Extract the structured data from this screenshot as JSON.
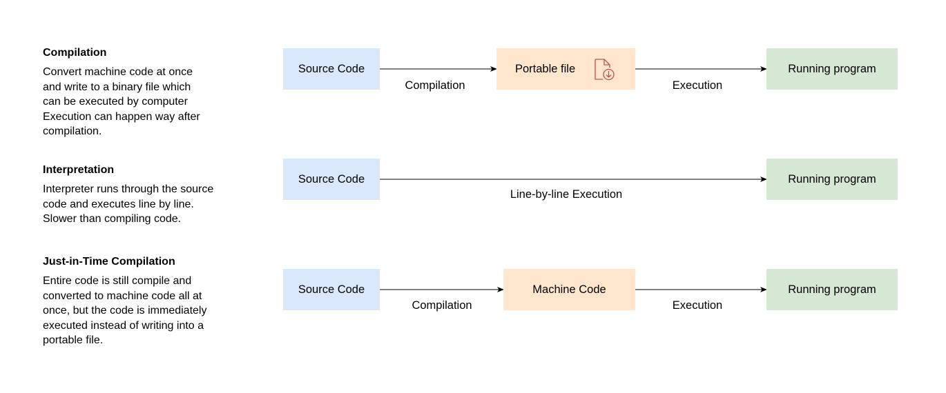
{
  "sections": [
    {
      "title": "Compilation",
      "lines": [
        "Convert machine code at once",
        "and write to a binary file which",
        "can be executed by computer",
        "Execution can happen way after",
        "compilation."
      ]
    },
    {
      "title": "Interpretation",
      "lines": [
        "Interpreter runs through the source",
        "code and executes line by line.",
        "Slower than compiling code."
      ]
    },
    {
      "title": "Just-in-Time Compilation",
      "lines": [
        "Entire code is still compile and",
        "converted to machine code all at",
        "once, but the code is immediately",
        "executed instead of writing into a",
        "portable file."
      ]
    }
  ],
  "rows": [
    {
      "source": "Source Code",
      "middle": "Portable file",
      "target": "Running program",
      "edge1": "Compilation",
      "edge2": "Execution",
      "middle_icon": "file-download-icon"
    },
    {
      "source": "Source Code",
      "target": "Running program",
      "edge": "Line-by-line Execution"
    },
    {
      "source": "Source Code",
      "middle": "Machine Code",
      "target": "Running program",
      "edge1": "Compilation",
      "edge2": "Execution"
    }
  ],
  "colors": {
    "source_fill": "#dae8fc",
    "middle_fill": "#ffe6cc",
    "target_fill": "#d5e8d4",
    "icon_stroke": "#b85450"
  }
}
